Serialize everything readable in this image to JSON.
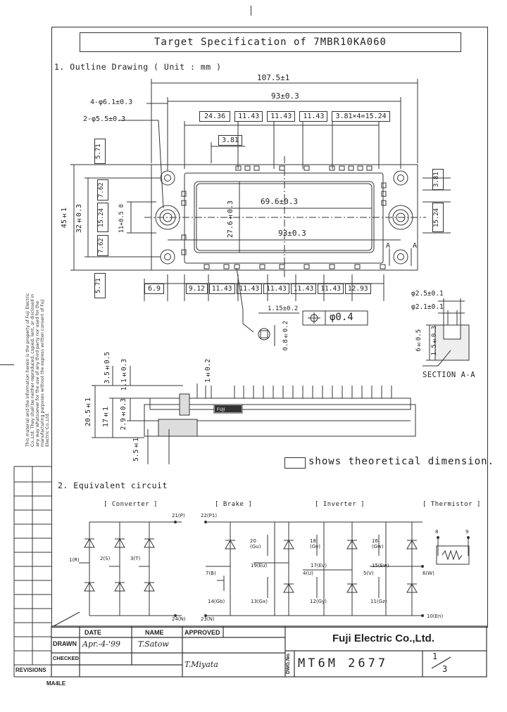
{
  "document": {
    "title": "Target Specification of 7MBR10KA060",
    "section1_heading": "1. Outline Drawing ( Unit : mm )",
    "section2_heading": "2. Equivalent circuit",
    "legend_text": "shows theoretical dimension.",
    "section_aa": "SECTION A-A",
    "side_note": "This material and the information herein is the property of Fuji Electric Co.,Ltd. They shall be neither reproduced, copied, lent, or disclosed in any way whatsoever for the use of any third party nor used for the manufacturing purposes without the express written consent of Fuji Electric Co.,Ltd."
  },
  "dimensions": {
    "overall_length": "107.5±1",
    "hole_pitch": "93±0.3",
    "hole_4": "4-φ6.1±0.3",
    "hole_2": "2-φ5.5±0.3",
    "top_pitch": [
      "24.36",
      "11.43",
      "11.43",
      "11.43",
      "3.81×4=15.24"
    ],
    "top_small": "3.81",
    "left_571_top": "5.71",
    "left_571_bottom": "5.71",
    "height_45": "45±1",
    "height_32": "32±0.3",
    "left_762_a": "7.62",
    "left_1524": "15.24",
    "left_762_b": "7.62",
    "left_11": "11+0.5 0",
    "inner_69": "69.6±0.3",
    "inner_276": "27.6±0.3",
    "inner_93": "93±0.3",
    "right_381": "3.81",
    "right_1524": "15.24",
    "bottom_pitch": [
      "6.9",
      "9.12",
      "11.43",
      "11.43",
      "11.43",
      "11.43",
      "11.43",
      "12.93"
    ],
    "pin_dia_a": "φ2.5±0.1",
    "pin_dia_b": "φ2.1±0.1",
    "sec_6": "6±0.5",
    "sec_15": "1.5±0.3",
    "tol_15": "1.15±0.2",
    "tol_08": "0.8±0.2",
    "tol_pos": "φ0.4",
    "side_35": "3.5±0.5",
    "side_11": "1.1±0.3",
    "side_205": "20.5±1",
    "side_17": "17±1",
    "side_29": "2.9±0.3",
    "side_55": "5.5±1",
    "side_102": "1±0.2",
    "section_a": "A"
  },
  "circuit": {
    "blocks": [
      "[ Converter ]",
      "[ Brake ]",
      "[ Inverter ]",
      "[ Thermistor ]"
    ],
    "pins": {
      "p21P": "21(P)",
      "p22P1": "22(P1)",
      "p1R": "1(R)",
      "p2S": "2(S)",
      "p3T": "3(T)",
      "p20Gu": "20 (Gu)",
      "p19Eu": "19(Eu)",
      "p18Gv": "18 (Gv)",
      "p17Ev": "17(Ev)",
      "p16Gw": "16 (Gw)",
      "p15Ew": "15(Ew)",
      "p7B": "7(B)",
      "p4U": "4(U)",
      "p5V": "5(V)",
      "p6W": "6(W)",
      "p14Gb": "14(Gb)",
      "p13Gx": "13(Gx)",
      "p12Gy": "12(Gy)",
      "p11Gz": "11(Gz)",
      "p24N": "24(N)",
      "p23N": "23(N)",
      "p10En": "10(En)",
      "p8": "8",
      "p9": "9"
    }
  },
  "title_block": {
    "col_date": "DATE",
    "col_name": "NAME",
    "col_approved": "APPROVED",
    "row_drawn": "DRAWN",
    "row_checked": "CHECKED",
    "row_revisions": "REVISIONS",
    "drawn_date": "Apr.-4-'99",
    "drawn_name": "T.Satow",
    "approved_sig": "T.Miyata",
    "company": "Fuji Electric Co.,Ltd.",
    "dwg_label": "DWG.No.",
    "dwg_no": "MT6M 2677",
    "sheet": "1/3",
    "sheet_num": "1",
    "sheet_total": "3",
    "paper_size": "MA4LE"
  }
}
